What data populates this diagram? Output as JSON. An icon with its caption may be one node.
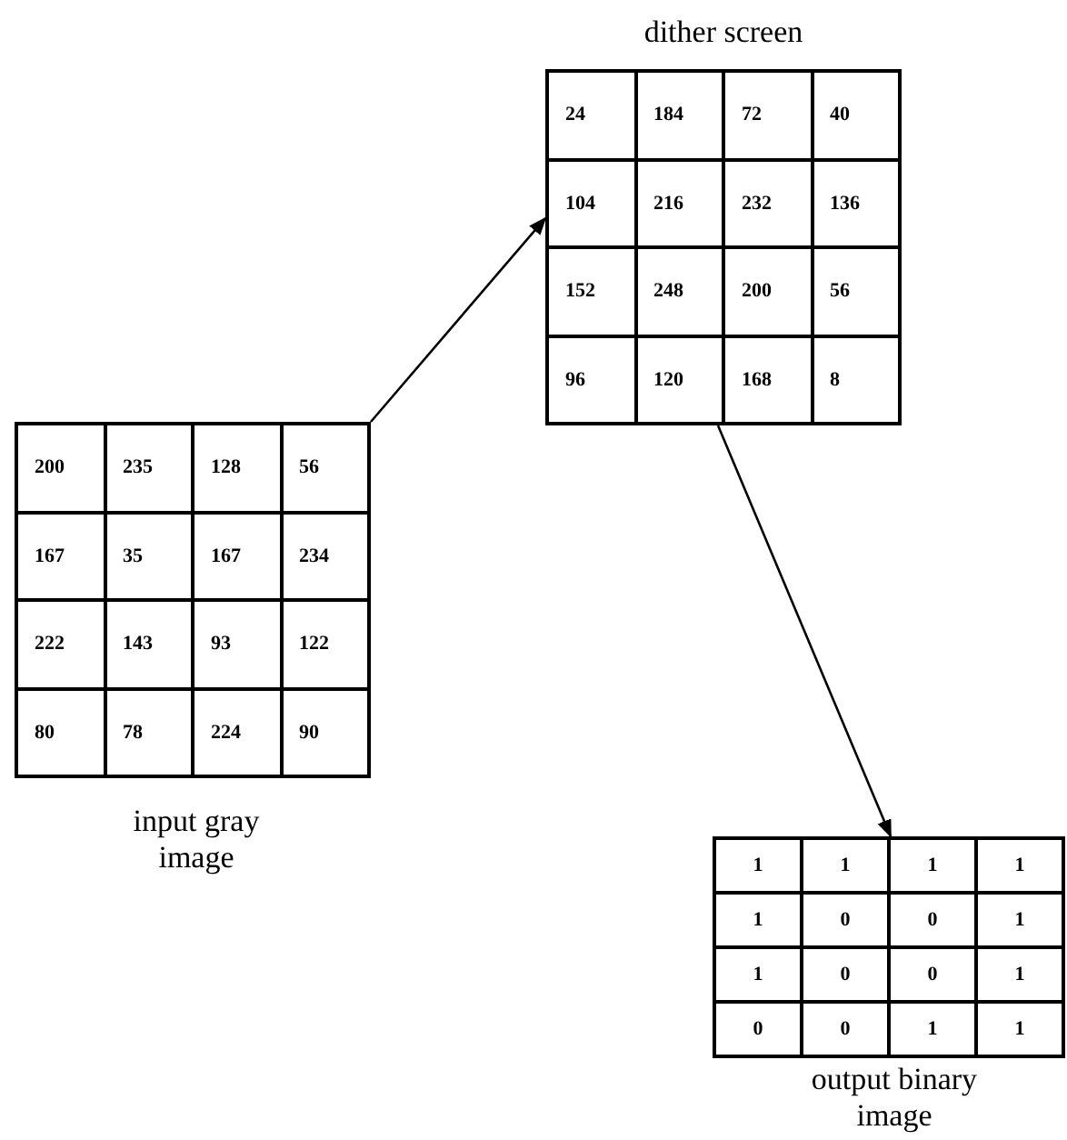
{
  "diagram": {
    "nodes": [
      {
        "text": [
          "input gray image"
        ]
      },
      {
        "text": [
          "dither screen"
        ]
      },
      {
        "text": [
          "output binary image"
        ]
      }
    ],
    "edges": [
      {
        "from": 0,
        "to": 1,
        "arrow": "to"
      },
      {
        "from": 1,
        "to": 2,
        "arrow": "to"
      }
    ],
    "labels": [
      "200",
      "235",
      "128",
      "56",
      "167",
      "35",
      "167",
      "234",
      "222",
      "143",
      "93",
      "122",
      "80",
      "78",
      "224",
      "90",
      "24",
      "184",
      "72",
      "40",
      "104",
      "216",
      "232",
      "136",
      "152",
      "248",
      "200",
      "56",
      "96",
      "120",
      "168",
      "8",
      "1",
      "1",
      "1",
      "1",
      "1",
      "0",
      "0",
      "1",
      "1",
      "0",
      "0",
      "1",
      "0",
      "0",
      "1",
      "1"
    ]
  }
}
